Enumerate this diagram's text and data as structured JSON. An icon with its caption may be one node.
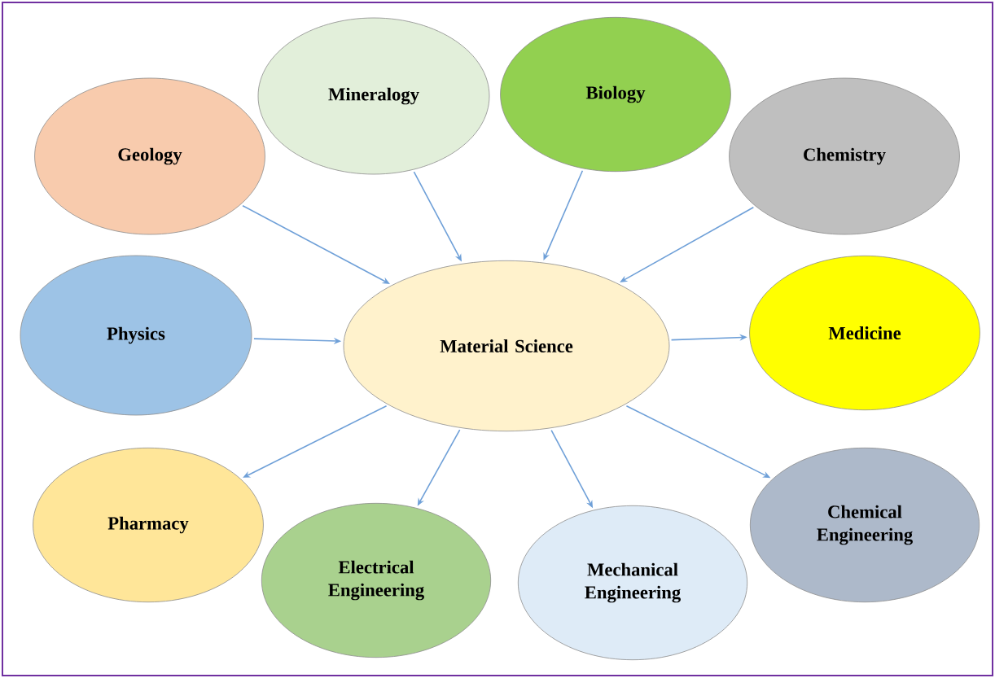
{
  "diagram": {
    "nodes": [
      {
        "text": [
          "Mineralogy"
        ]
      },
      {
        "text": [
          "Biology"
        ]
      },
      {
        "text": [
          "Geology"
        ]
      },
      {
        "text": [
          "Chemistry"
        ]
      },
      {
        "text": [
          "Physics"
        ]
      },
      {
        "text": [
          "Material Science"
        ]
      },
      {
        "text": [
          "Medicine"
        ]
      },
      {
        "text": [
          "Pharmacy"
        ]
      },
      {
        "text": [
          "Electrical Engineering"
        ]
      },
      {
        "text": [
          "Mechanical Engineering"
        ]
      },
      {
        "text": [
          "Chemical Engineering"
        ]
      }
    ],
    "edges": [
      {
        "from": 2,
        "to": 5,
        "arrow": "to"
      },
      {
        "from": 0,
        "to": 5,
        "arrow": "to"
      },
      {
        "from": 1,
        "to": 5,
        "arrow": "to"
      },
      {
        "from": 3,
        "to": 5,
        "arrow": "to"
      },
      {
        "from": 4,
        "to": 5,
        "arrow": "to"
      },
      {
        "from": 5,
        "to": 6,
        "arrow": "to"
      },
      {
        "from": 5,
        "to": 7,
        "arrow": "to"
      },
      {
        "from": 5,
        "to": 8,
        "arrow": "to"
      },
      {
        "from": 5,
        "to": 9,
        "arrow": "to"
      },
      {
        "from": 5,
        "to": 10,
        "arrow": "to"
      }
    ]
  }
}
